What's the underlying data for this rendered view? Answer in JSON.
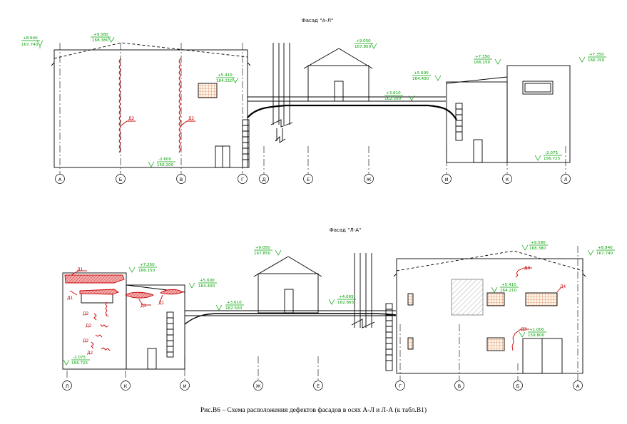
{
  "caption": "Рис.В6 – Схема расположения дефектов фасадов в осях А-Л и Л-А (к табл.В1)",
  "colors": {
    "line": "#000000",
    "level": "#00a000",
    "defect": "#cc0000",
    "hatch": "#cc6633"
  },
  "top": {
    "title": "Фасад \"А-Л\"",
    "axes": [
      "А",
      "Б",
      "В",
      "Г",
      "Д",
      "Е",
      "Ж",
      "И",
      "К",
      "Л"
    ],
    "levels": [
      {
        "top": "+8.940",
        "bottom": "167.740"
      },
      {
        "top": "+9.580",
        "bottom": "168.380"
      },
      {
        "top": "+9.050",
        "bottom": "167.850"
      },
      {
        "top": "+5.410",
        "bottom": "164.210"
      },
      {
        "top": "-2.600",
        "bottom": "156.200"
      },
      {
        "top": "+3.610",
        "bottom": "162.500"
      },
      {
        "top": "+5.600",
        "bottom": "164.400"
      },
      {
        "top": "+7.350",
        "bottom": "166.150"
      },
      {
        "top": "+7.350",
        "bottom": "166.150"
      },
      {
        "top": "-2.075",
        "bottom": "156.725"
      }
    ],
    "defects": [
      "Д2",
      "Д2"
    ]
  },
  "bottom": {
    "title": "Фасад \"Л-А\"",
    "axes": [
      "Л",
      "К",
      "И",
      "Ж",
      "Е",
      "Г",
      "В",
      "Б",
      "А"
    ],
    "levels": [
      {
        "top": "+7.250",
        "bottom": "166.150"
      },
      {
        "top": "+5.600",
        "bottom": "164.400"
      },
      {
        "top": "+9.050",
        "bottom": "167.850"
      },
      {
        "top": "+3.610",
        "bottom": "162.500"
      },
      {
        "top": "+4.065",
        "bottom": "162.865"
      },
      {
        "top": "-2.075",
        "bottom": "156.725"
      },
      {
        "top": "+9.580",
        "bottom": "168.380"
      },
      {
        "top": "+8.940",
        "bottom": "167.740"
      },
      {
        "top": "+5.410",
        "bottom": "164.210"
      },
      {
        "top": "+1.000",
        "bottom": "159.800"
      }
    ],
    "defects": [
      "Д1",
      "Д1",
      "Д1",
      "Д1",
      "Д2",
      "Д2",
      "Д2",
      "Д2",
      "Д3",
      "Д3",
      "Д4"
    ]
  }
}
